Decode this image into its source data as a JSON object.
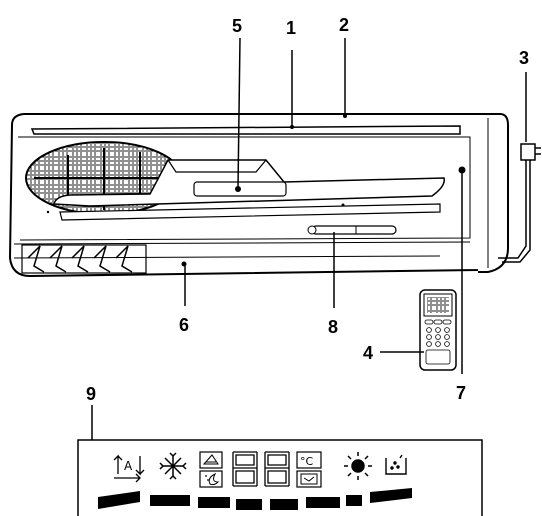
{
  "callouts": [
    "1",
    "2",
    "3",
    "4",
    "5",
    "6",
    "7",
    "8",
    "9"
  ],
  "display": {
    "degree_symbol": "°C",
    "mode_auto_letter": "A",
    "indicator_bar_count": 8,
    "seven_segment_digits": 2
  }
}
